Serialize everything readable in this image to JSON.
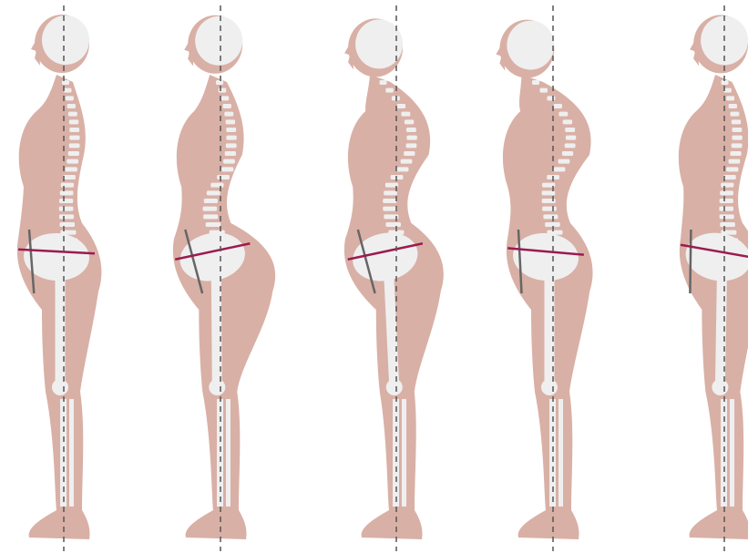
{
  "diagram": {
    "colors": {
      "background": "#ffffff",
      "skin": "#d9b0a6",
      "bone": "#efefef",
      "plumb_line": "#555555",
      "pelvis_line": "#9b1b50",
      "sacrum_line": "#666666"
    },
    "figures": [
      {
        "name": "figure-1",
        "pelvic_tilt_deg": -3,
        "kyphosis": 0.0,
        "lordosis": 0.0,
        "head_forward": 0.0,
        "hip_shift": 0.0
      },
      {
        "name": "figure-2",
        "pelvic_tilt_deg": 12,
        "kyphosis": 0.1,
        "lordosis": 0.85,
        "head_forward": 0.1,
        "hip_shift": 0.05
      },
      {
        "name": "figure-3",
        "pelvic_tilt_deg": 12,
        "kyphosis": 0.75,
        "lordosis": 0.35,
        "head_forward": 0.55,
        "hip_shift": 0.3
      },
      {
        "name": "figure-4",
        "pelvic_tilt_deg": -5,
        "kyphosis": 1.0,
        "lordosis": 0.1,
        "head_forward": 0.7,
        "hip_shift": 0.0
      },
      {
        "name": "figure-5",
        "pelvic_tilt_deg": -10,
        "kyphosis": 0.15,
        "lordosis": 0.0,
        "head_forward": 0.05,
        "hip_shift": -0.1
      }
    ]
  }
}
